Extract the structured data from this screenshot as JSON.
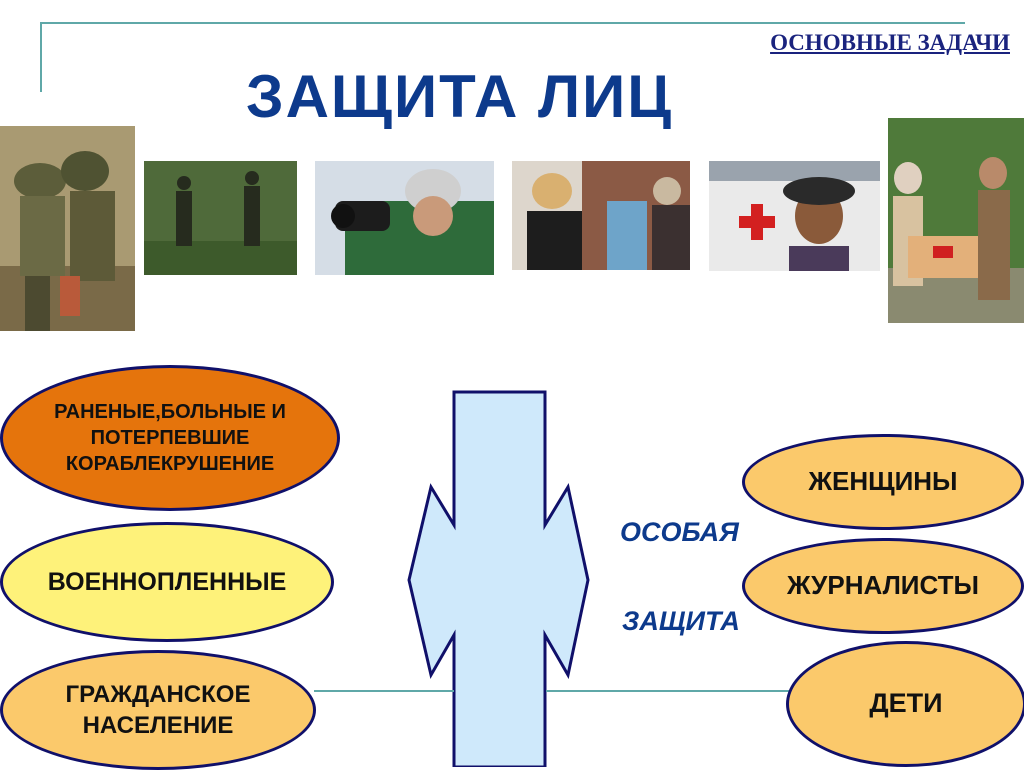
{
  "header": {
    "subtitle": "ОСНОВНЫЕ ЗАДАЧИ",
    "title": "ЗАЩИТА ЛИЦ"
  },
  "photos": [
    {
      "icon": "wounded-soldier-photo"
    },
    {
      "icon": "soldiers-field-photo"
    },
    {
      "icon": "journalist-camera-photo"
    },
    {
      "icon": "women-refugees-photo"
    },
    {
      "icon": "child-red-cross-photo"
    },
    {
      "icon": "aid-delivery-photo"
    }
  ],
  "groups": {
    "wounded": "РАНЕНЫЕ,БОЛЬНЫЕ И\nПОТЕРПЕВШИЕ\nКОРАБЛЕКРУШЕНИЕ",
    "pows": "ВОЕННОПЛЕННЫЕ",
    "civilians": "ГРАЖДАНСКОЕ\nНАСЕЛЕНИЕ"
  },
  "special": {
    "line1": "ОСОБАЯ",
    "line2": "ЗАЩИТА",
    "items": [
      "ЖЕНЩИНЫ",
      "ЖУРНАЛИСТЫ",
      "ДЕТИ"
    ]
  },
  "colors": {
    "title": "#0d3a8c",
    "orange": "#e5740c",
    "yellow": "#fef27a",
    "peach": "#fbc96b",
    "arrow": "#cfe9fb",
    "outline": "#10106a"
  }
}
